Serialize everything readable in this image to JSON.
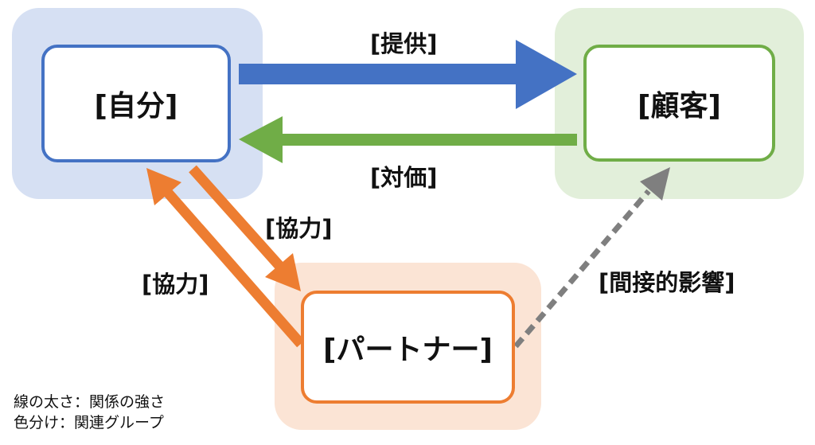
{
  "nodes": {
    "self": {
      "label": "[自分]",
      "group_color": "#d6e0f3",
      "border_color": "#4472c4"
    },
    "customer": {
      "label": "[顧客]",
      "group_color": "#e2efda",
      "border_color": "#70ad47"
    },
    "partner": {
      "label": "[パートナー]",
      "group_color": "#fbe4d5",
      "border_color": "#ed7d31"
    }
  },
  "edges": [
    {
      "id": "provide",
      "from": "self",
      "to": "customer",
      "label": "[提供]",
      "color": "#4472c4",
      "style": "solid",
      "strength": "thick"
    },
    {
      "id": "payment",
      "from": "customer",
      "to": "self",
      "label": "[対価]",
      "color": "#70ad47",
      "style": "solid",
      "strength": "medium"
    },
    {
      "id": "cooperate-to-partner",
      "from": "self",
      "to": "partner",
      "label": "[協力]",
      "color": "#ed7d31",
      "style": "solid",
      "strength": "medium"
    },
    {
      "id": "cooperate-to-self",
      "from": "partner",
      "to": "self",
      "label": "[協力]",
      "color": "#ed7d31",
      "style": "solid",
      "strength": "medium"
    },
    {
      "id": "indirect-influence",
      "from": "partner",
      "to": "customer",
      "label": "[間接的影響]",
      "color": "#7f7f7f",
      "style": "dashed",
      "strength": "thin"
    }
  ],
  "legend": {
    "line1": "線の太さ：関係の強さ",
    "line2": "色分け：関連グループ"
  }
}
